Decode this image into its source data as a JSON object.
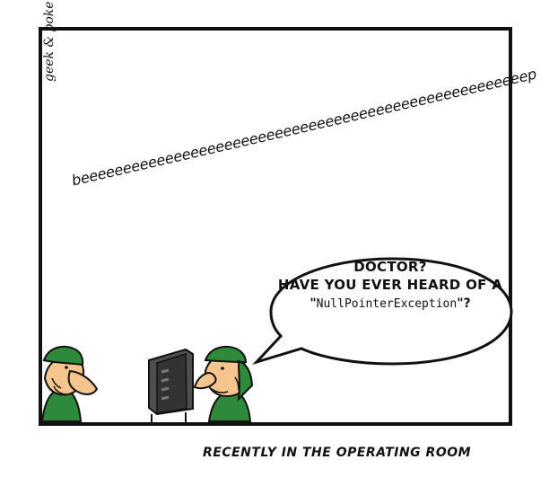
{
  "comic": {
    "signature": "geek & poke",
    "beep": "beeeeeeeeeeeeeeeeeeeeeeeeeeeeeeeeeeeeeeeeeeeeeeeeeeeeep",
    "speech_line_1": "DOCTOR?",
    "speech_line_2": "HAVE YOU EVER HEARD OF A",
    "speech_open_quote": "\"",
    "speech_code": "NullPointerException",
    "speech_close": "\"?",
    "caption": "RECENTLY IN THE OPERATING ROOM"
  },
  "colors": {
    "scrub_green": "#2d8a3a",
    "skin": "#f6c48d",
    "monitor": "#4f4f4f",
    "ink": "#111111"
  }
}
